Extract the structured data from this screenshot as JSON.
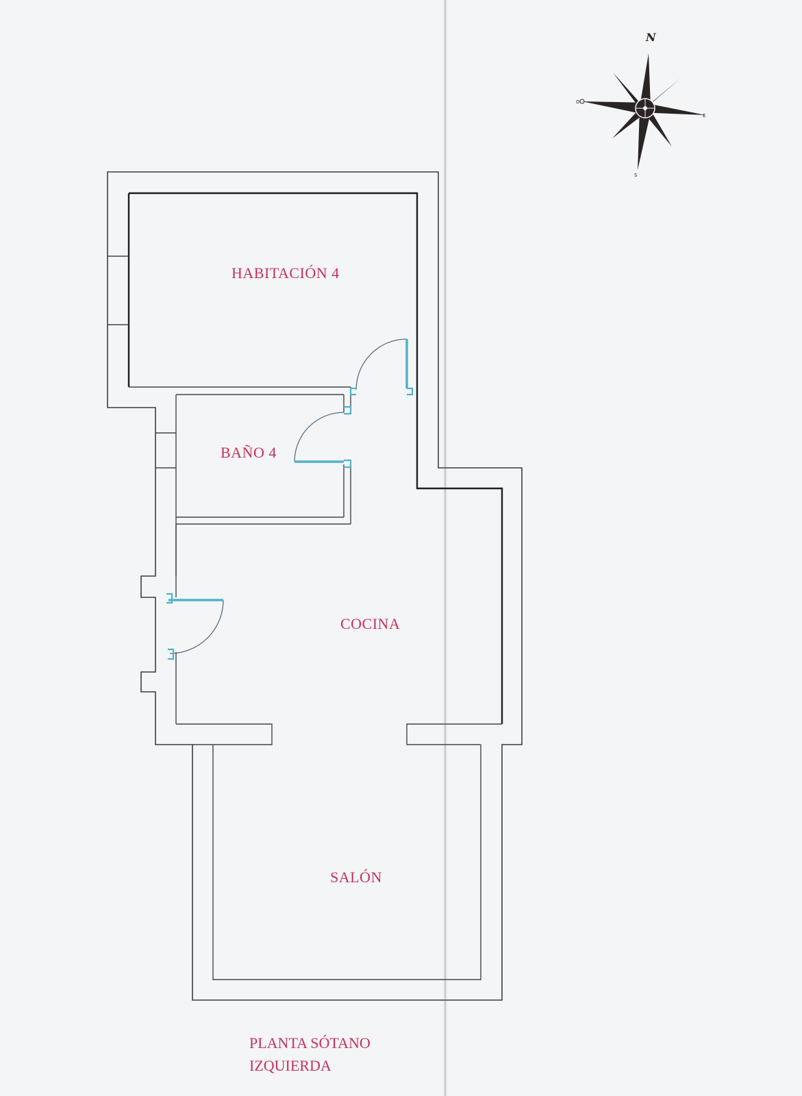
{
  "plan": {
    "rooms": {
      "habitacion": "HABITACIÓN 4",
      "bano": "BAÑO 4",
      "cocina": "COCINA",
      "salon": "SALÓN"
    },
    "title_line1": "PLANTA SÓTANO",
    "title_line2": "IZQUIERDA"
  },
  "compass": {
    "north": "N",
    "east": "E",
    "south": "S",
    "west": "O"
  },
  "colors": {
    "label_text": "#c8325a",
    "door_leaf": "#4fb3c8",
    "walls": "#2a2a2a",
    "background": "#f4f5f6"
  }
}
